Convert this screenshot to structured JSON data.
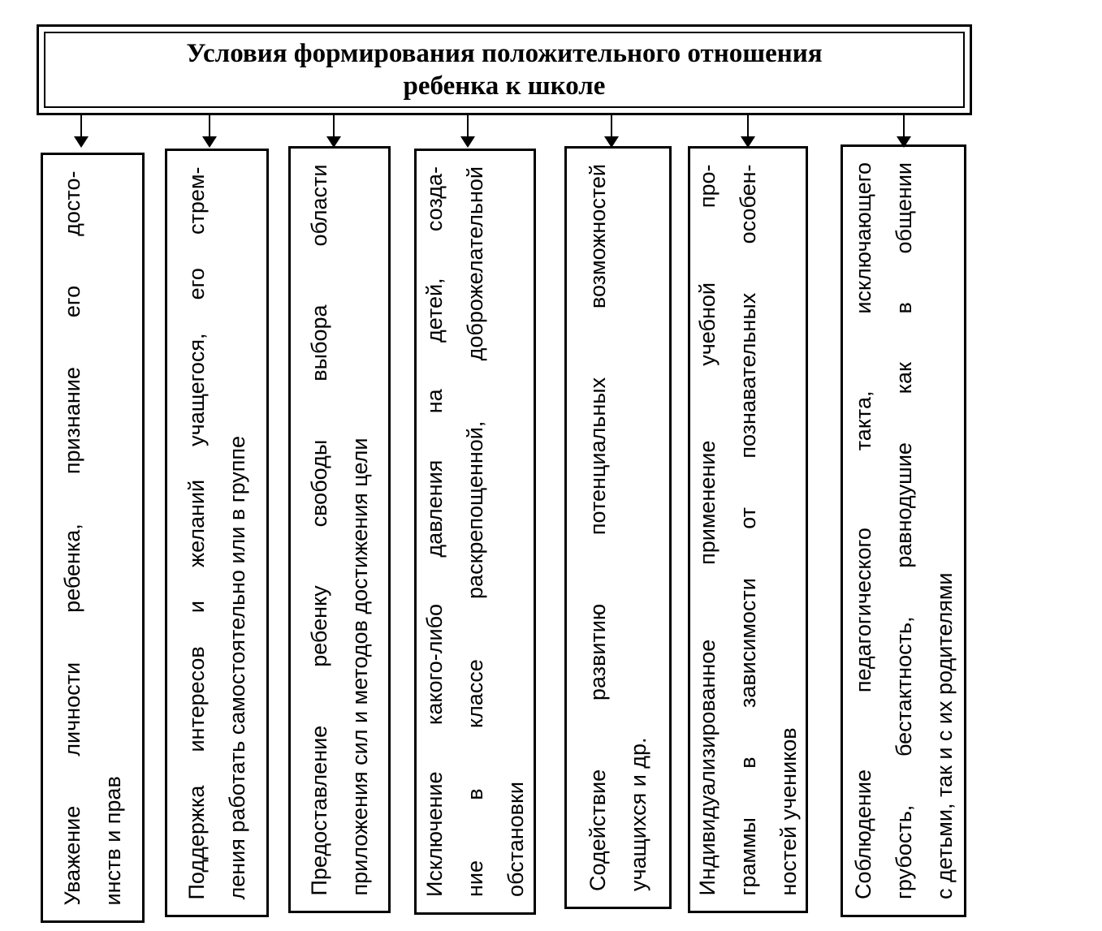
{
  "title": {
    "line1": "Условия формирования положительного отношения",
    "line2": "ребенка к школе"
  },
  "conditions": [
    {
      "lines": [
        "Уважение личности ребенка, признание его досто-",
        "инств и прав"
      ]
    },
    {
      "lines": [
        "Поддержка интересов и желаний учащегося, его стрем-",
        "ления работать самостоятельно или в группе"
      ]
    },
    {
      "lines": [
        "Предоставление ребенку свободы выбора области",
        "приложения сил и методов достижения цели"
      ]
    },
    {
      "lines": [
        "Исключение какого-либо давления на детей, созда-",
        "ние в классе раскрепощенной, доброжелательной",
        "обстановки"
      ]
    },
    {
      "lines": [
        "Содействие развитию потенциальных возможностей",
        "учащихся и др."
      ]
    },
    {
      "lines": [
        "Индивидуализированное применение учебной про-",
        "граммы в зависимости от познавательных особен-",
        "ностей учеников"
      ]
    },
    {
      "lines": [
        "Соблюдение педагогического такта, исключающего",
        "грубость, бестактность, равнодушие как в общении",
        "с детьми, так и с их родителями"
      ]
    }
  ]
}
